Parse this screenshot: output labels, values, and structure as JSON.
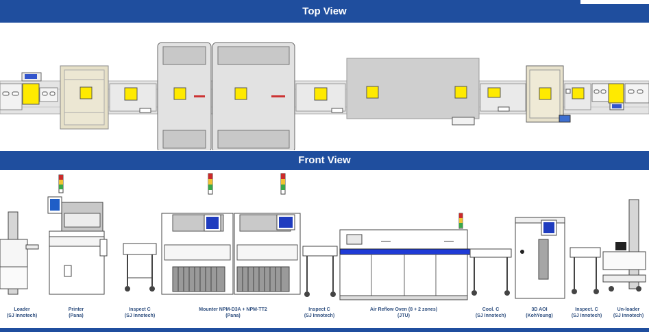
{
  "headers": {
    "top_view": "Top View",
    "front_view": "Front View"
  },
  "colors": {
    "band_blue": "#1f4e9e",
    "board_yellow": "#ffea00",
    "conveyor_gray": "#dcdcdc",
    "oven_blue": "#1f3bd6",
    "label_text": "#2f4f7f"
  },
  "stations": [
    {
      "name": "Loader",
      "vendor": "(SJ Innotech)"
    },
    {
      "name": "Printer",
      "vendor": "(Pana)"
    },
    {
      "name": "Inspect C",
      "vendor": "(SJ Innotech)"
    },
    {
      "name": "Mounter NPM-D3A + NPM-TT2",
      "vendor": "(Pana)"
    },
    {
      "name": "Inspect C",
      "vendor": "(SJ Innotech)"
    },
    {
      "name": "Air Reflow Oven (8 + 2 zones)",
      "vendor": "(JTU)"
    },
    {
      "name": "Cool. C",
      "vendor": "(SJ Innotech)"
    },
    {
      "name": "3D AOI",
      "vendor": "(KohYoung)"
    },
    {
      "name": "Inspect. C",
      "vendor": "(SJ Innotech)"
    },
    {
      "name": "Un-loader",
      "vendor": "(SJ Innotech)"
    }
  ]
}
